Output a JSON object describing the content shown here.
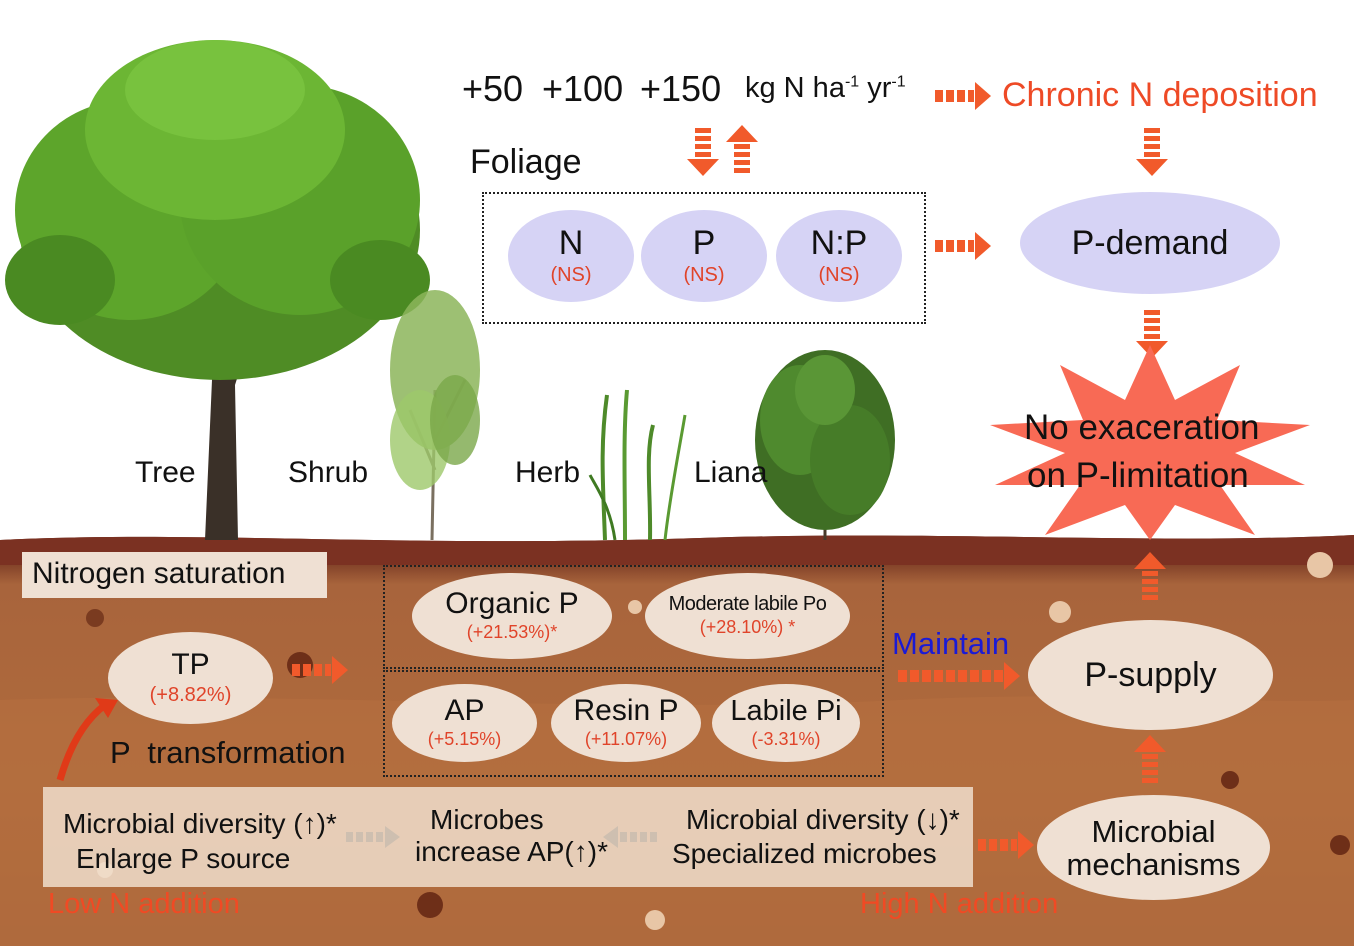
{
  "header": {
    "dose1": "+50",
    "dose2": "+100",
    "dose3": "+150",
    "unit": "kg N ha-1 yr-1",
    "chronic": "Chronic N deposition"
  },
  "foliage": {
    "title": "Foliage",
    "items": [
      {
        "label": "N",
        "sig": "(NS)"
      },
      {
        "label": "P",
        "sig": "(NS)"
      },
      {
        "label": "N:P",
        "sig": "(NS)"
      }
    ]
  },
  "p_demand": "P-demand",
  "result": {
    "line1": "No exaceration",
    "line2": "on P-limitation"
  },
  "plants": {
    "tree": "Tree",
    "shrub": "Shrub",
    "herb": "Herb",
    "liana": "Liana"
  },
  "soil": {
    "saturation": "Nitrogen saturation",
    "tp": {
      "label": "TP",
      "value": "(+8.82%)"
    },
    "organic": {
      "label": "Organic P",
      "value": "(+21.53%)*"
    },
    "moderate": {
      "label": "Moderate labile Po",
      "value": "(+28.10%) *"
    },
    "ap": {
      "label": "AP",
      "value": "(+5.15%)"
    },
    "resin": {
      "label": "Resin P",
      "value": "(+11.07%)"
    },
    "labile": {
      "label": "Labile Pi",
      "value": "(-3.31%)"
    },
    "transformation": "P  transformation",
    "maintain": "Maintain",
    "p_supply": "P-supply",
    "microbial_mech": {
      "line1": "Microbial",
      "line2": "mechanisms"
    },
    "low_box": {
      "line1": "Microbial diversity (↑)*",
      "line2": "Enlarge P source"
    },
    "mid_box": {
      "line1": "Microbes",
      "line2": "increase AP(↑)*"
    },
    "high_box": {
      "line1": "Microbial diversity (↓)*",
      "line2": "Specialized microbes"
    },
    "low_n": "Low N addition",
    "high_n": "High N addition"
  },
  "colors": {
    "accent": "#f15a2b",
    "ellipse_lavender": "#d6d3f5",
    "soil": "#9a5a33",
    "maintain": "#1a1ad6"
  }
}
